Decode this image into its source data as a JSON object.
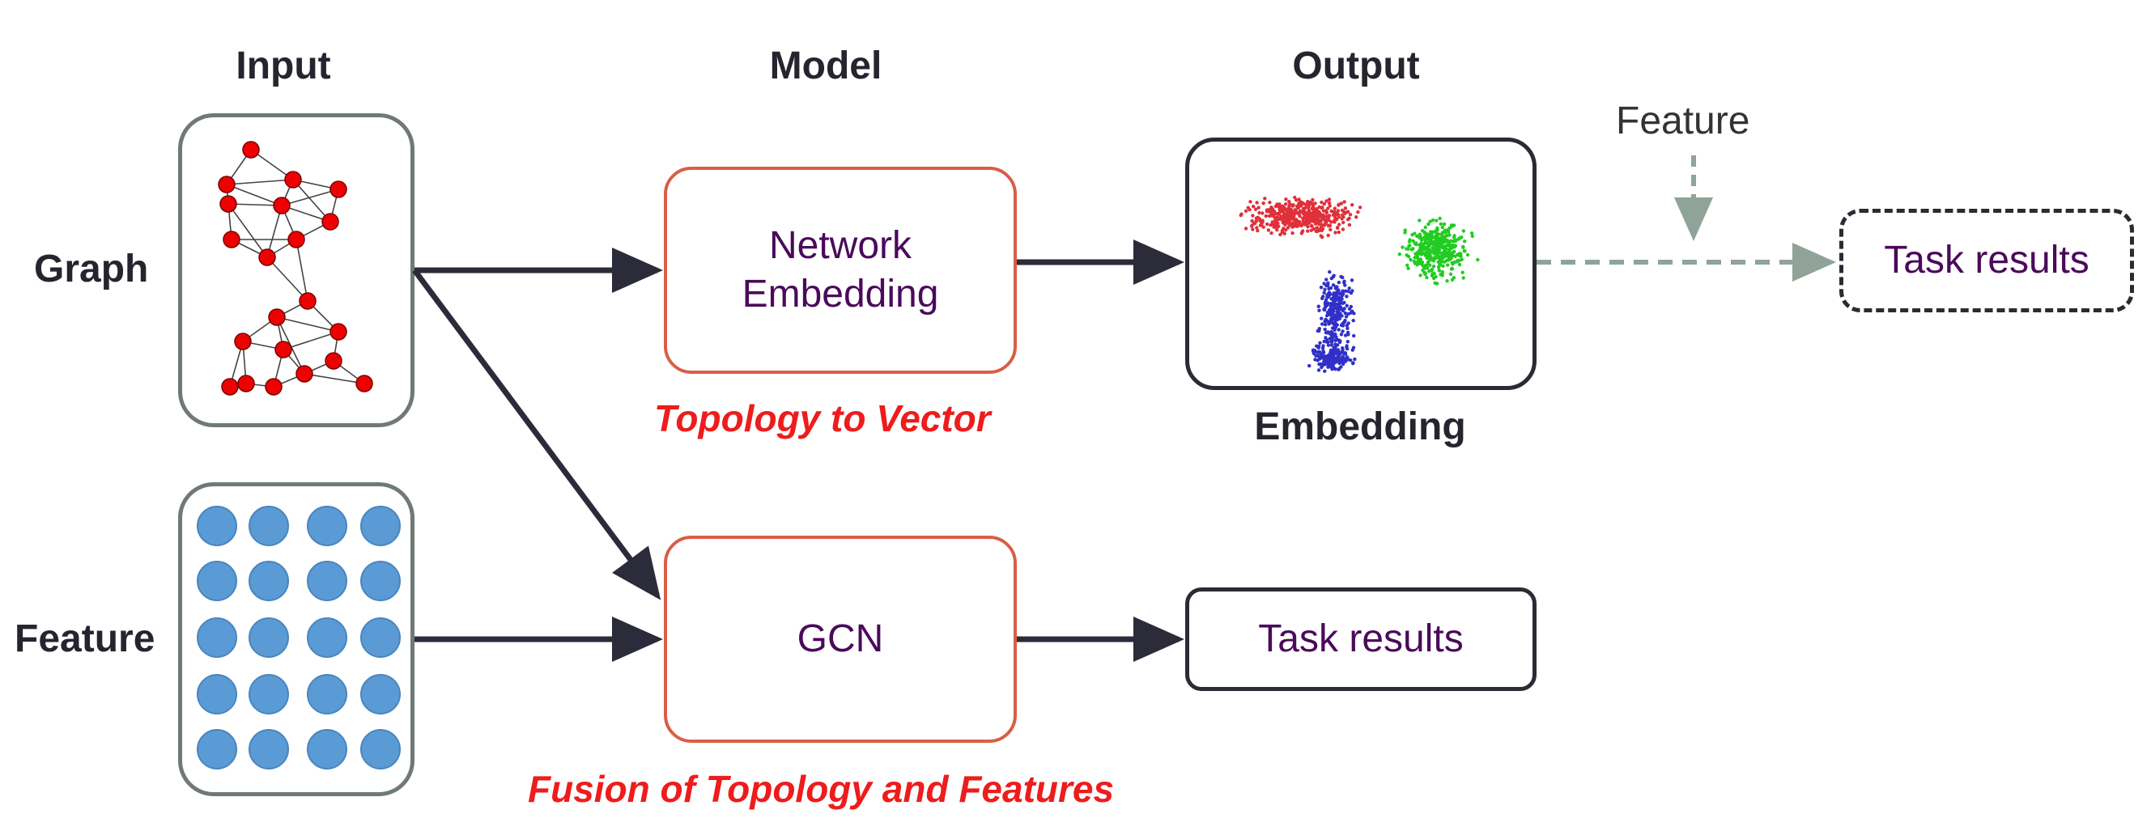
{
  "headers": {
    "input": "Input",
    "model": "Model",
    "output": "Output"
  },
  "rows": {
    "graph": "Graph",
    "feature": "Feature"
  },
  "boxes": {
    "network_embedding_line1": "Network",
    "network_embedding_line2": "Embedding",
    "gcn": "GCN",
    "task_results_solid": "Task results",
    "task_results_dashed": "Task results"
  },
  "annotations": {
    "topology_to_vector": "Topology to Vector",
    "fusion": "Fusion of Topology and Features",
    "embedding_label": "Embedding",
    "feature_side": "Feature"
  },
  "colors": {
    "arrow": "#2b2b3a",
    "dashed_arrow": "#8fa398",
    "model_border": "#d95e47",
    "node_red": "#ee0000",
    "feature_dot": "#5b9bd5",
    "cluster_red": "#e0303a",
    "cluster_green": "#22cc22",
    "cluster_blue": "#3030c8",
    "highlight_red": "#ee1c1c"
  }
}
